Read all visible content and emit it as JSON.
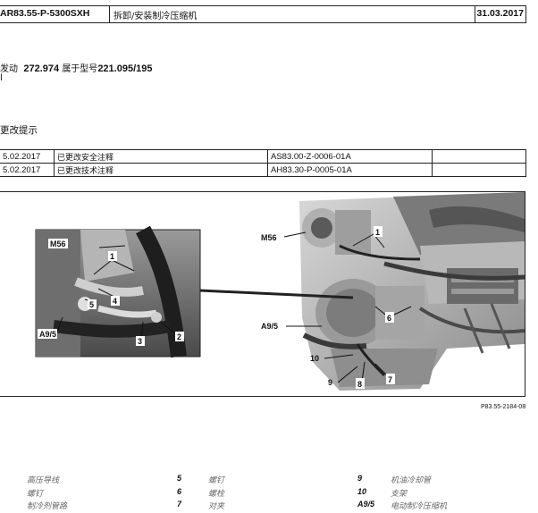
{
  "header": {
    "doc_code": "AR83.55-P-5300SXH",
    "title": "拆卸/安装制冷压缩机",
    "date": "31.03.2017"
  },
  "validity": {
    "prefix": "发动",
    "engine_code": "272.974",
    "belongs_to": "属于型号",
    "model_code": "221.095/195",
    "line2": "l"
  },
  "changes": {
    "title": "更改提示",
    "rows": [
      {
        "date": "5.02.2017",
        "note": "已更改安全注释",
        "ref": "AS83.00-Z-0006-01A",
        "extra": ""
      },
      {
        "date": "5.02.2017",
        "note": "已更改技术注释",
        "ref": "AH83.30-P-0005-01A",
        "extra": ""
      }
    ]
  },
  "figure": {
    "callouts": {
      "m56": "M56",
      "a95": "A9/5",
      "n1": "1",
      "n2": "2",
      "n3": "3",
      "n4": "4",
      "n5": "5",
      "n6": "6",
      "n7": "7",
      "n8": "8",
      "n9": "9",
      "n10": "10"
    },
    "ref": "P83.55-2184-08"
  },
  "legend": [
    {
      "num": "",
      "text": "高压导线"
    },
    {
      "num": "",
      "text": "螺钉"
    },
    {
      "num": "",
      "text": "制冷剂管路"
    },
    {
      "num": "5",
      "text": "螺钉"
    },
    {
      "num": "6",
      "text": "螺栓"
    },
    {
      "num": "7",
      "text": "对夹"
    },
    {
      "num": "9",
      "text": "机油冷却管"
    },
    {
      "num": "10",
      "text": "支架"
    },
    {
      "num": "A9/5",
      "text": "电动制冷压缩机"
    }
  ],
  "colors": {
    "rule": "#222222",
    "photo_bg": "#c8c8c8",
    "photo_dark": "#3a3a3a"
  }
}
